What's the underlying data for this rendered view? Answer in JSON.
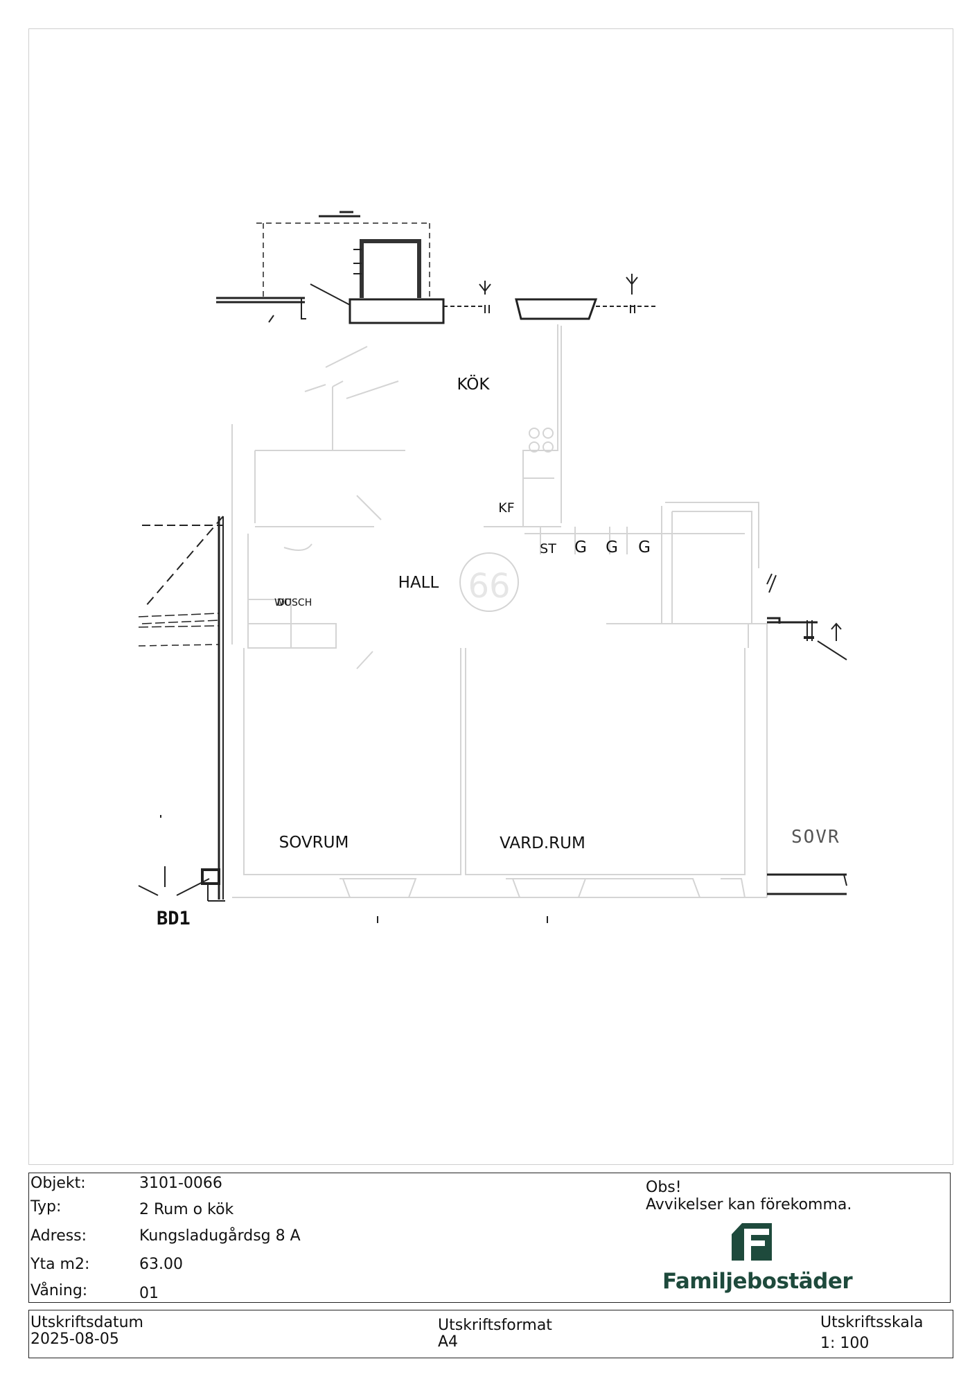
{
  "plan": {
    "rooms": {
      "kok": "KÖK",
      "hall": "HALL",
      "sovrum": "SOVRUM",
      "vardrum": "VARD.RUM",
      "kf": "KF",
      "st": "ST",
      "g1": "G",
      "g2": "G",
      "g3": "G",
      "wc": "WC",
      "dusch": "DUSCH",
      "sovr_neighbor": "SOVR",
      "bd1": "BD1",
      "stamp": "66"
    }
  },
  "info": {
    "objekt_label": "Objekt:",
    "objekt_value": "3101-0066",
    "typ_label": "Typ:",
    "typ_value": "2 Rum o kök",
    "adress_label": "Adress:",
    "adress_value": "Kungsladugårdsg 8 A",
    "yta_label": "Yta m2:",
    "yta_value": "63.00",
    "vaning_label": "Våning:",
    "vaning_value": "01",
    "obs_title": "Obs!",
    "obs_text": "Avvikelser kan förekomma.",
    "logo_text": "Familjebostäder",
    "logo_color": "#1e4a3c"
  },
  "footer": {
    "datum_label": "Utskriftsdatum",
    "datum_value": "2025-08-05",
    "format_label": "Utskriftsformat",
    "format_value": "A4",
    "skala_label": "Utskriftsskala",
    "skala_value": "1: 100"
  }
}
